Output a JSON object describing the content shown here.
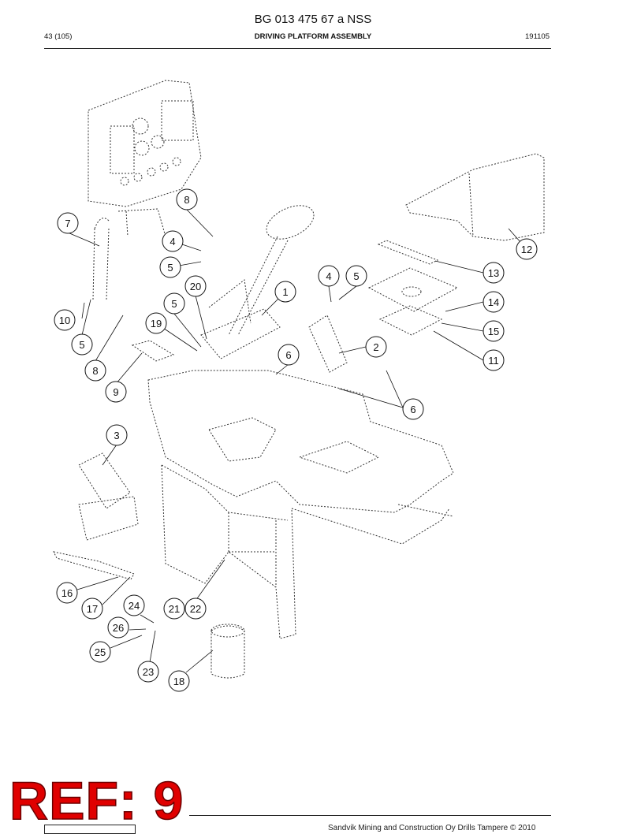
{
  "header": {
    "doc_id": "BG 013 475 67 a NSS",
    "page": "43 (105)",
    "title": "DRIVING PLATFORM ASSEMBLY",
    "code": "191105"
  },
  "callouts": [
    {
      "id": "c8a",
      "label": "8"
    },
    {
      "id": "c7",
      "label": "7"
    },
    {
      "id": "c4a",
      "label": "4"
    },
    {
      "id": "c5a",
      "label": "5"
    },
    {
      "id": "c20",
      "label": "20"
    },
    {
      "id": "c1",
      "label": "1"
    },
    {
      "id": "c4b",
      "label": "4"
    },
    {
      "id": "c5b",
      "label": "5"
    },
    {
      "id": "c13",
      "label": "13"
    },
    {
      "id": "c12",
      "label": "12"
    },
    {
      "id": "c5c",
      "label": "5"
    },
    {
      "id": "c19",
      "label": "19"
    },
    {
      "id": "c10",
      "label": "10"
    },
    {
      "id": "c14",
      "label": "14"
    },
    {
      "id": "c15",
      "label": "15"
    },
    {
      "id": "c5d",
      "label": "5"
    },
    {
      "id": "c2",
      "label": "2"
    },
    {
      "id": "c11",
      "label": "11"
    },
    {
      "id": "c6a",
      "label": "6"
    },
    {
      "id": "c8b",
      "label": "8"
    },
    {
      "id": "c9",
      "label": "9"
    },
    {
      "id": "c6b",
      "label": "6"
    },
    {
      "id": "c3",
      "label": "3"
    },
    {
      "id": "c16",
      "label": "16"
    },
    {
      "id": "c17",
      "label": "17"
    },
    {
      "id": "c24",
      "label": "24"
    },
    {
      "id": "c21",
      "label": "21"
    },
    {
      "id": "c22",
      "label": "22"
    },
    {
      "id": "c26",
      "label": "26"
    },
    {
      "id": "c25",
      "label": "25"
    },
    {
      "id": "c23",
      "label": "23"
    },
    {
      "id": "c18",
      "label": "18"
    }
  ],
  "ref_stamp": "REF: 9",
  "footer": {
    "copyright": "Sandvik Mining and Construction Oy Drills Tampere © 2010"
  }
}
